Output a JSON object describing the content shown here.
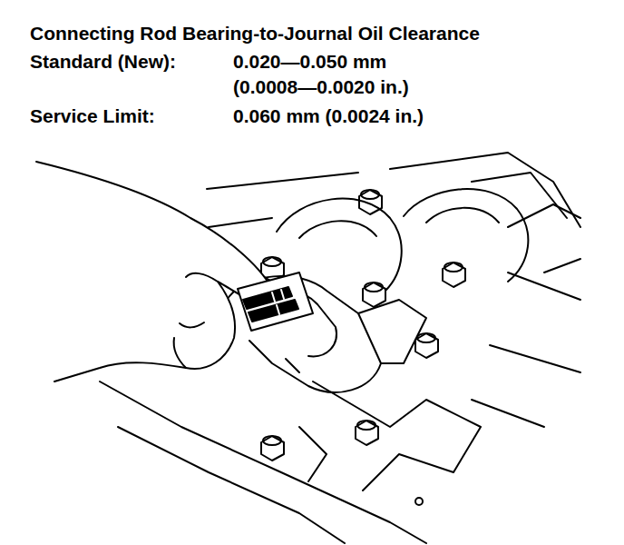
{
  "diagram": {
    "title": "Connecting Rod Bearing-to-Journal Oil Clearance",
    "labels": [
      "Standard (New):",
      "0.020—0.050 mm",
      "(0.0008—0.0020 in.)",
      "Service Limit:",
      "0.060 mm (0.0024 in.)"
    ]
  }
}
